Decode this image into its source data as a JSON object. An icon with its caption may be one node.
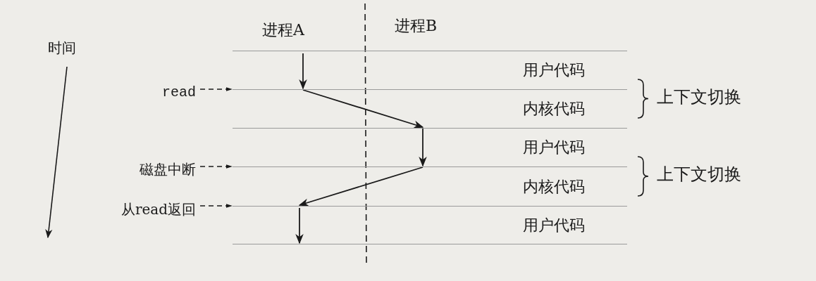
{
  "diagram": {
    "nodes": [
      {
        "text": [
          "用户代码"
        ]
      },
      {
        "text": [
          "内核代码"
        ],
        "beside": [
          "上下文切换"
        ]
      },
      {
        "text": [
          "用户代码"
        ]
      },
      {
        "text": [
          "内核代码"
        ],
        "beside": [
          "上下文切换"
        ]
      },
      {
        "text": [
          "用户代码"
        ]
      },
      {
        "text": [
          "read"
        ]
      },
      {
        "text": [
          "磁盘中断"
        ]
      },
      {
        "text": [
          "从read返回"
        ]
      }
    ],
    "edges": [
      {
        "from": 5,
        "to": 1,
        "arrow": "to",
        "style": "dashed"
      },
      {
        "from": 6,
        "to": 3,
        "arrow": "to",
        "style": "dashed"
      },
      {
        "from": 7,
        "to": 4,
        "arrow": "to",
        "style": "dashed"
      },
      {
        "from": 0,
        "to": 1,
        "arrow": "to"
      },
      {
        "from": 1,
        "to": 2,
        "arrow": "to"
      },
      {
        "from": 2,
        "to": 3,
        "arrow": "to"
      },
      {
        "from": 3,
        "to": 4,
        "arrow": "to"
      }
    ],
    "labels": [
      "时间",
      "进程A",
      "进程B"
    ]
  }
}
